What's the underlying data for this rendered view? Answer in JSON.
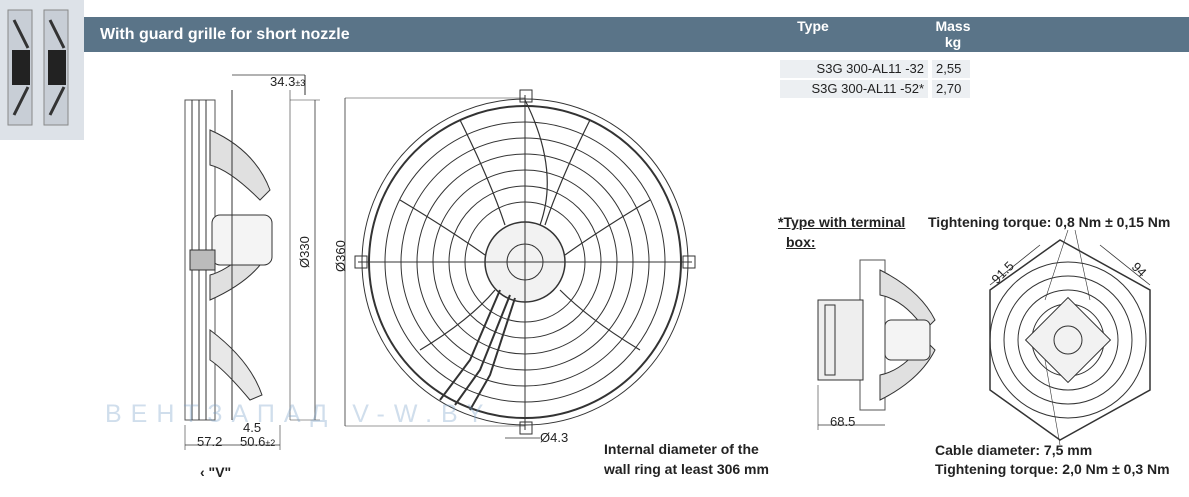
{
  "header": {
    "title": "With guard grille for short nozzle"
  },
  "table": {
    "type_header": "Type",
    "mass_header": "Mass",
    "mass_unit": "kg",
    "rows": [
      {
        "type": "S3G 300-AL11  -32",
        "mass": "2,55"
      },
      {
        "type": "S3G 300-AL11  -52*",
        "mass": "2,70"
      }
    ]
  },
  "dims": {
    "d1": "34.3",
    "d1_tol": "±3",
    "d_330": "Ø330",
    "d_360": "Ø360",
    "d_45": "4.5",
    "d_572": "57.2",
    "d_506": "50.6",
    "d_506_tol": "±2",
    "d_43": "Ø4.3",
    "d_685": "68.5",
    "d_915": "91.5",
    "d_94": "94",
    "view": "‹ \"V\""
  },
  "notes": {
    "terminal_box_1": "*Type with terminal",
    "terminal_box_2": "box:",
    "torque_top": "Tightening torque: 0,8 Nm ± 0,15 Nm",
    "ring_1": "Internal diameter of the",
    "ring_2": "wall ring at least 306 mm",
    "cable": "Cable diameter: 7,5 mm",
    "torque_bottom": "Tightening torque: 2,0 Nm ± 0,3 Nm"
  },
  "watermark": "ВЕНТЗАПАД  V-W.BY"
}
